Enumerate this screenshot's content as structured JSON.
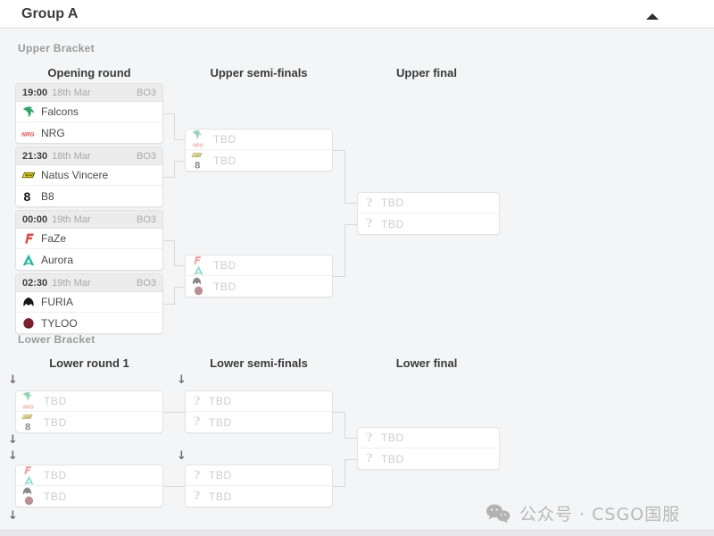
{
  "window": {
    "title": "Group A",
    "collapse_state": "expanded"
  },
  "upper": {
    "section_label": "Upper Bracket",
    "columns": [
      "Opening round",
      "Upper semi-finals",
      "Upper final"
    ],
    "matches": [
      {
        "time": "19:00",
        "date": "18th Mar",
        "format": "BO3",
        "team1": "Falcons",
        "team2": "NRG"
      },
      {
        "time": "21:30",
        "date": "18th Mar",
        "format": "BO3",
        "team1": "Natus Vincere",
        "team2": "B8"
      },
      {
        "time": "00:00",
        "date": "19th Mar",
        "format": "BO3",
        "team1": "FaZe",
        "team2": "Aurora"
      },
      {
        "time": "02:30",
        "date": "19th Mar",
        "format": "BO3",
        "team1": "FURIA",
        "team2": "TYLOO"
      }
    ],
    "semifinals": [
      {
        "slot1": "TBD",
        "slot2": "TBD",
        "slot1_possible": [
          "Falcons",
          "NRG"
        ],
        "slot2_possible": [
          "Natus Vincere",
          "B8"
        ]
      },
      {
        "slot1": "TBD",
        "slot2": "TBD",
        "slot1_possible": [
          "FaZe",
          "Aurora"
        ],
        "slot2_possible": [
          "FURIA",
          "TYLOO"
        ]
      }
    ],
    "final": {
      "slot1": "TBD",
      "slot2": "TBD"
    }
  },
  "lower": {
    "section_label": "Lower Bracket",
    "columns": [
      "Lower round 1",
      "Lower semi-finals",
      "Lower final"
    ],
    "round1": [
      {
        "slot1": "TBD",
        "slot2": "TBD",
        "slot1_possible": [
          "Falcons",
          "NRG"
        ],
        "slot2_possible": [
          "Natus Vincere",
          "B8"
        ]
      },
      {
        "slot1": "TBD",
        "slot2": "TBD",
        "slot1_possible": [
          "FaZe",
          "Aurora"
        ],
        "slot2_possible": [
          "FURIA",
          "TYLOO"
        ]
      }
    ],
    "semifinals": [
      {
        "slot1": "TBD",
        "slot2": "TBD"
      },
      {
        "slot1": "TBD",
        "slot2": "TBD"
      }
    ],
    "final": {
      "slot1": "TBD",
      "slot2": "TBD"
    }
  },
  "placeholder": {
    "tbd": "TBD",
    "unknown": "?",
    "drop_arrow": "↓"
  },
  "watermark": {
    "text": "公众号 · CSGO国服"
  },
  "colors": {
    "content_bg": "#f4f5f6",
    "box_border": "#e2e2e2",
    "connector": "#d9d9d9",
    "falcons_green": "#29a863",
    "nrg_red": "#f1453d",
    "navi_yellow": "#ffee00",
    "faze_red": "#e8443b",
    "aurora_teal": "#1db8a3",
    "furia_black": "#161616",
    "tyloo_red": "#7e1f2d",
    "tbd_text": "#cecece"
  }
}
